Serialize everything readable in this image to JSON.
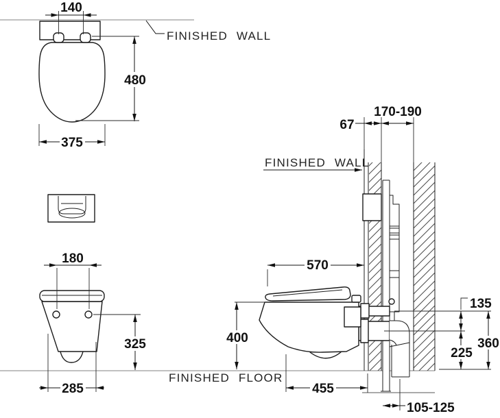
{
  "labels": {
    "finished_wall_top": "FINISHED WALL",
    "finished_wall_section": "FINISHED WALL",
    "finished_floor": "FINISHED FLOOR"
  },
  "dims": {
    "hinge_spacing": "140",
    "seat_depth": "480",
    "seat_width": "375",
    "bolt_spacing": "180",
    "bolt_height": "325",
    "front_width": "285",
    "overall_depth": "570",
    "rim_height": "400",
    "bowl_projection": "455",
    "finish_offset": "67",
    "frame_depth_range": "170-190",
    "supply_drop": "135",
    "supply_height": "360",
    "outlet_height": "225",
    "outlet_offset_range": "105-125"
  },
  "colors": {
    "object_line": "#1c1c1c",
    "dimension_line": "#111111",
    "reference_line": "#9a9a9a",
    "background": "#ffffff"
  }
}
